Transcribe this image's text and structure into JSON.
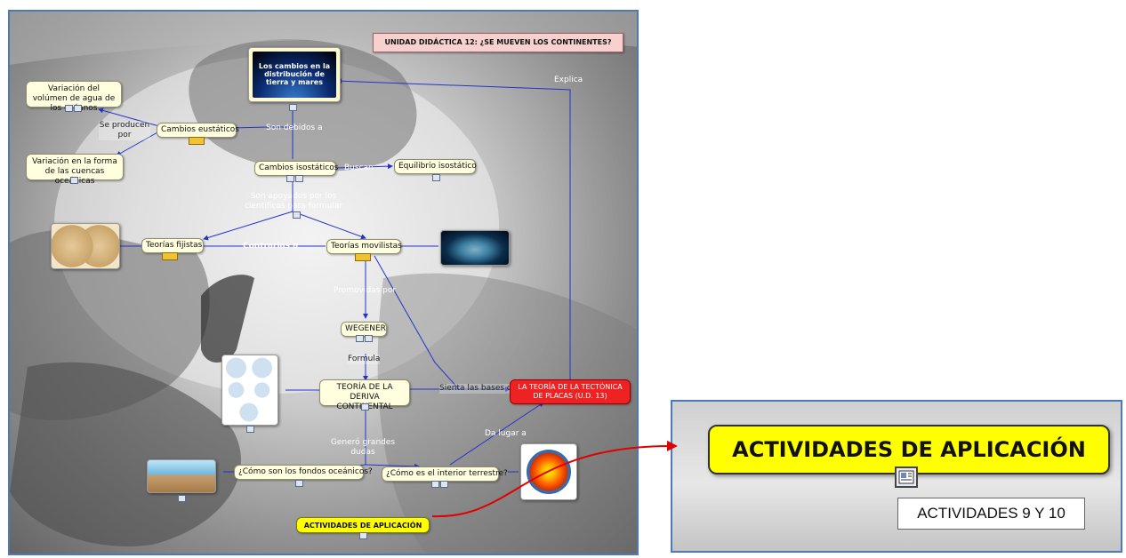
{
  "title": "UNIDAD DIDÁCTICA 12: ¿SE MUEVEN LOS CONTINENTES?",
  "nodes": {
    "cambios_distribucion": "Los cambios en la distribución de tierra y mares",
    "variacion_volumen": "Variación del volúmen de agua de los océanos",
    "variacion_forma": "Variación en la forma de las cuencas oceánicas",
    "cambios_eustaticos": "Cambios eustáticos",
    "cambios_isostaticos": "Cambios isostáticos",
    "equilibrio_isostatico": "Equilibrio isostático",
    "teorias_fijistas": "Teorías fijistas",
    "teorias_movilistas": "Teorías movilistas",
    "wegener": "WEGENER",
    "teoria_deriva": "TEORÍA DE LA DERIVA CONTINENTAL",
    "tectonica": "LA TEORÍA DE LA TECTÓNICA DE PLACAS (U.D. 13)",
    "fondos": "¿Cómo son los fondos oceánicos?",
    "interior": "¿Cómo es el interior terrestre?",
    "actividades": "ACTIVIDADES DE APLICACIÓN"
  },
  "links": {
    "explica": "Explica",
    "se_producen_por": "Se producen por",
    "son_debidos_a": "Son debidos a",
    "buscan": "Buscan",
    "son_apoyados": "Son apoyados por los científicos para formular",
    "contrarias_a": "Contrarias a",
    "promovidas_por": "Promovidas por",
    "formula": "Formula",
    "sienta_bases": "Sienta las bases de",
    "da_lugar": "Da lugar a",
    "genero_dudas": "Generó grandes dudas"
  },
  "zoom": {
    "node_label": "ACTIVIDADES DE APLICACIÓN",
    "tooltip": "ACTIVIDADES 9 Y 10"
  },
  "colors": {
    "concept_fill": "#ffffe0",
    "tectonica_fill": "#ee2222",
    "title_fill": "#f7d0d0",
    "actividades_fill": "#ffff00",
    "link_line": "#2233cc",
    "callout_arrow": "#e00000",
    "frame_border": "#4a7ab8"
  }
}
